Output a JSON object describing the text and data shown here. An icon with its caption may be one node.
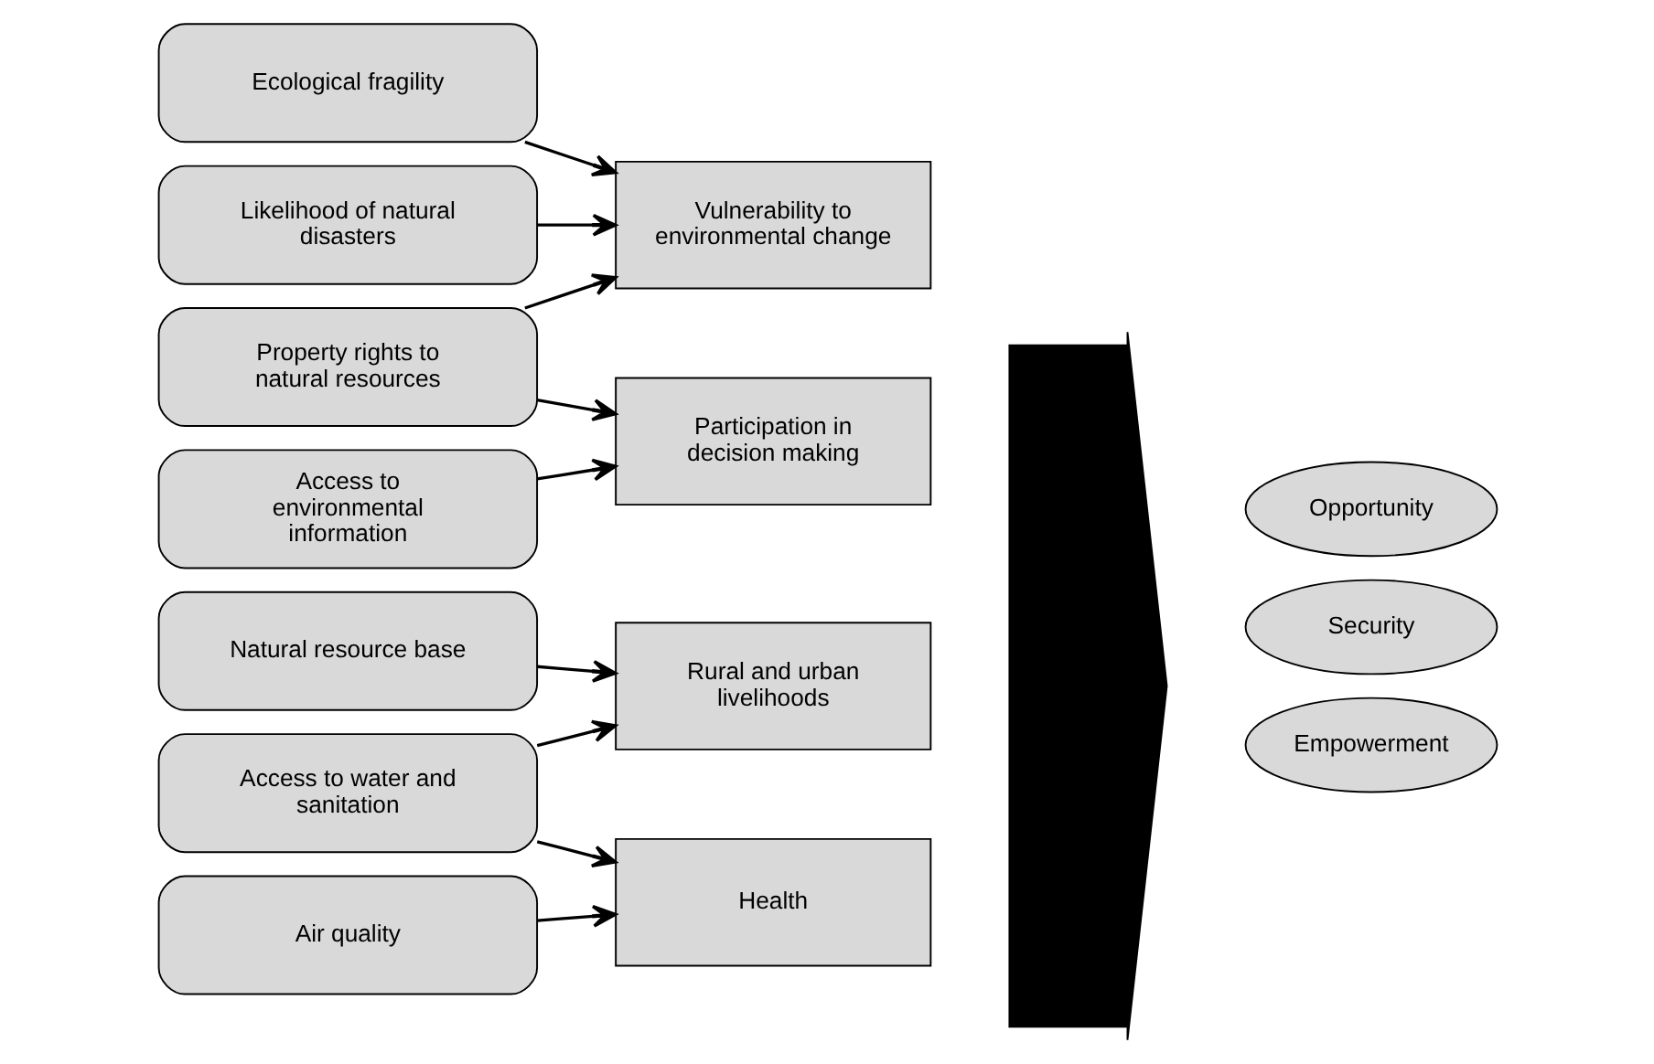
{
  "diagram": {
    "nodes": [
      {
        "text": [
          "Natural resource base"
        ]
      },
      {
        "text": [
          "Access to water and sanitation"
        ]
      },
      {
        "text": [
          "Air quality"
        ]
      },
      {
        "text": [
          "Ecological fragility"
        ]
      },
      {
        "text": [
          "Likelihood of natural disasters"
        ]
      },
      {
        "text": [
          "Property rights to natural resources"
        ]
      },
      {
        "text": [
          "Access to environmental information"
        ]
      },
      {
        "text": [
          "Rural and urban livelihoods"
        ]
      },
      {
        "text": [
          "Health"
        ]
      },
      {
        "text": [
          "Vulnerability to environmental change"
        ]
      },
      {
        "text": [
          "Participation in decision making"
        ]
      },
      {
        "text": [],
        "shape": "arrow"
      },
      {
        "text": [
          "Opportunity"
        ]
      },
      {
        "text": [
          "Security"
        ]
      },
      {
        "text": [
          "Empowerment"
        ]
      }
    ],
    "edges": [
      {
        "from": 0,
        "to": 7,
        "arrow": "to"
      },
      {
        "from": 1,
        "to": 7,
        "arrow": "to"
      },
      {
        "from": 1,
        "to": 8,
        "arrow": "to"
      },
      {
        "from": 2,
        "to": 8,
        "arrow": "to"
      },
      {
        "from": 3,
        "to": 9,
        "arrow": "to"
      },
      {
        "from": 4,
        "to": 9,
        "arrow": "to"
      },
      {
        "from": 5,
        "to": 9,
        "arrow": "to"
      },
      {
        "from": 5,
        "to": 10,
        "arrow": "to"
      },
      {
        "from": 6,
        "to": 10,
        "arrow": "to"
      }
    ]
  }
}
